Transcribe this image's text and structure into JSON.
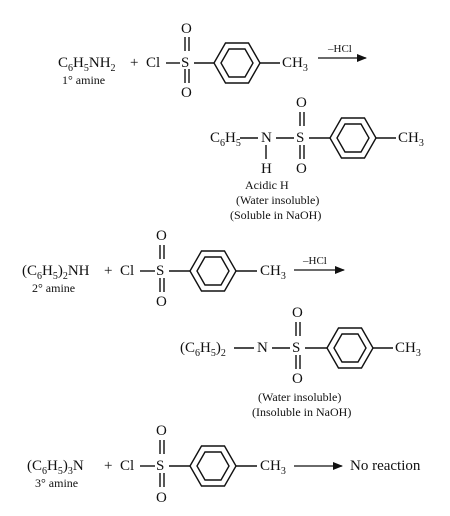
{
  "reactions": [
    {
      "amine_label": "1° amine",
      "arrow_label": "–HCl",
      "product_notes": [
        "Acidic H",
        "(Water insoluble)",
        "(Soluble in NaOH)"
      ]
    },
    {
      "amine_label": "2° amine",
      "arrow_label": "–HCl",
      "product_notes": [
        "(Water insoluble)",
        "(Insoluble in NaOH)"
      ]
    },
    {
      "amine_label": "3° amine",
      "result": "No reaction"
    }
  ],
  "atoms": {
    "cl": "Cl",
    "s": "S",
    "o": "O",
    "n": "N",
    "h": "H",
    "c": "C",
    "plus": "+"
  }
}
